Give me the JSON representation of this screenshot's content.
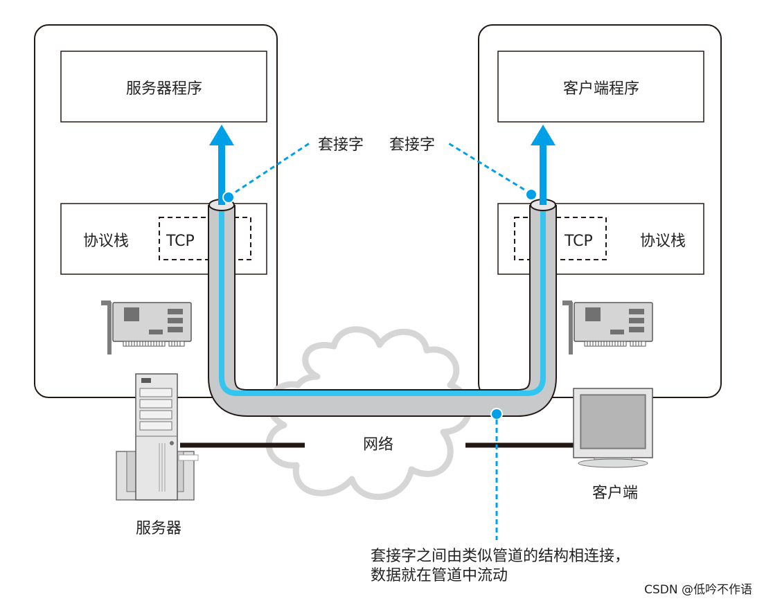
{
  "server_program_label": "服务器程序",
  "client_program_label": "客户端程序",
  "socket_label_left": "套接字",
  "socket_label_right": "套接字",
  "protocol_stack_left": "协议栈",
  "protocol_stack_right": "协议栈",
  "tcp_left": "TCP",
  "tcp_right": "TCP",
  "network_label": "网络",
  "server_label": "服务器",
  "client_label": "客户端",
  "caption_line1": "套接字之间由类似管道的结构相连接，",
  "caption_line2": "数据就在管道中流动",
  "watermark": "CSDN @低吟不作语",
  "colors": {
    "pipe_blue": "#00a0e9",
    "pipe_light_blue": "#33c4f0",
    "pipe_gray": "#c8c9ca",
    "outline": "#231815",
    "cloud": "#d6d6d6"
  }
}
